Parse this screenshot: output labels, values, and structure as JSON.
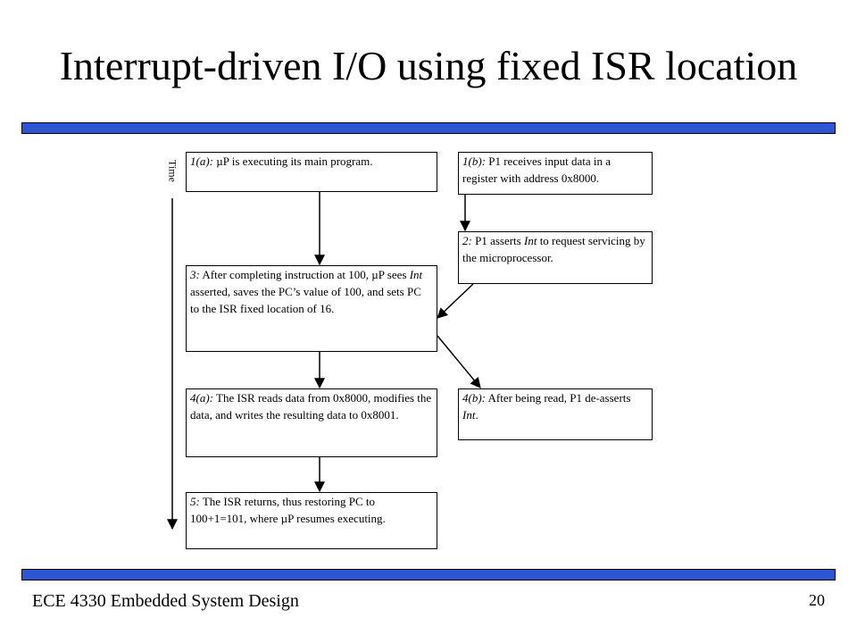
{
  "slide": {
    "title": "Interrupt-driven I/O using fixed ISR location",
    "footer_course": "ECE 4330 Embedded System Design",
    "page_number": "20",
    "colors": {
      "rule": "#2e55d2"
    }
  },
  "diagram": {
    "time_label": "Time",
    "boxes": {
      "b1a": {
        "num": "1(a):",
        "t1": " µP is executing its main program."
      },
      "b1b": {
        "num": "1(b):",
        "t1": " P1 receives input data in a register with address 0x8000."
      },
      "b2": {
        "num": "2:",
        "t1": " P1 asserts ",
        "em": "Int",
        "t2": " to request servicing by the microprocessor."
      },
      "b3": {
        "num": "3:",
        "t1": " After completing instruction at 100, µP sees ",
        "em": "Int",
        "t2": " asserted, saves the PC’s value of 100, and sets PC to the ISR fixed location of 16."
      },
      "b4a": {
        "num": "4(a):",
        "t1": " The ISR reads data from 0x8000, modifies the data, and writes the resulting data to 0x8001."
      },
      "b4b": {
        "num": "4(b):",
        "t1": " After being read, P1 de-asserts ",
        "em": "Int",
        "t2": "."
      },
      "b5": {
        "num": "5:",
        "t1": " The ISR returns, thus restoring PC to 100+1=101, where µP resumes executing."
      }
    }
  }
}
